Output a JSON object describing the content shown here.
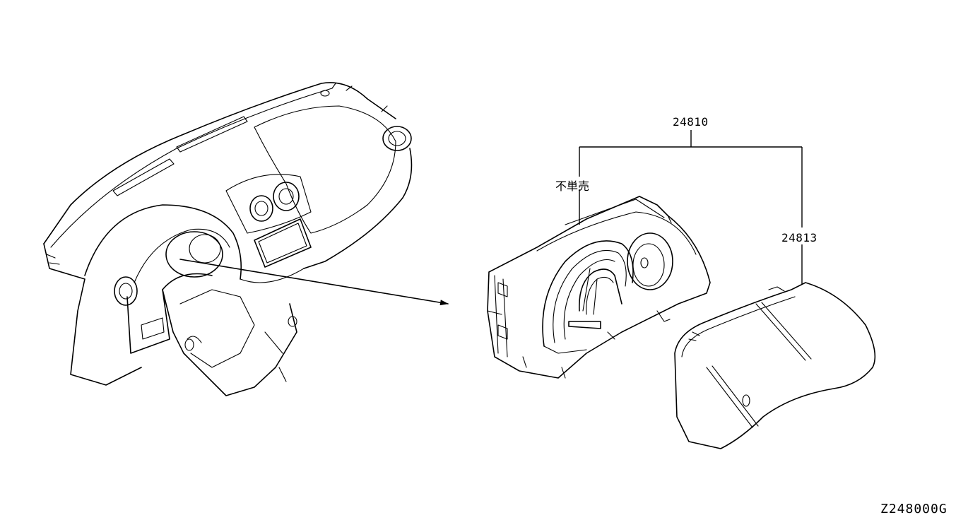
{
  "diagram": {
    "parts": [
      {
        "id": "assembly",
        "number": "24810"
      },
      {
        "id": "lens",
        "number": "24813"
      }
    ],
    "note": "不単売",
    "figure_code": "Z248000G"
  }
}
